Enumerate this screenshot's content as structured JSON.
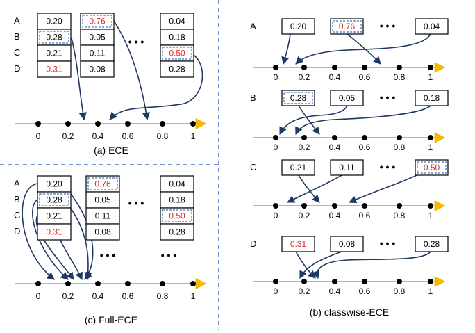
{
  "colors": {
    "axis": "#f5b800",
    "arrow": "#1f3864",
    "highlight": "#e0262b",
    "dashed_box": "#5b8ed6",
    "divider": "#4472c4",
    "text": "#000000"
  },
  "ticks": [
    "0",
    "0.2",
    "0.4",
    "0.6",
    "0.8",
    "1"
  ],
  "ellipsis": "• • •",
  "panel_a": {
    "caption": "(a) ECE",
    "row_labels": [
      "A",
      "B",
      "C",
      "D"
    ],
    "columns": [
      [
        {
          "v": "0.20"
        },
        {
          "v": "0.28",
          "sel": true
        },
        {
          "v": "0.21"
        },
        {
          "v": "0.31",
          "red": true
        }
      ],
      [
        {
          "v": "0.76",
          "red": true,
          "sel": true
        },
        {
          "v": "0.05"
        },
        {
          "v": "0.11"
        },
        {
          "v": "0.08"
        }
      ],
      [
        {
          "v": "0.04"
        },
        {
          "v": "0.18"
        },
        {
          "v": "0.50",
          "red": true,
          "sel": true
        },
        {
          "v": "0.28"
        }
      ]
    ]
  },
  "panel_c": {
    "caption": "(c) Full-ECE",
    "row_labels": [
      "A",
      "B",
      "C",
      "D"
    ],
    "columns": [
      [
        {
          "v": "0.20"
        },
        {
          "v": "0.28",
          "sel": true
        },
        {
          "v": "0.21"
        },
        {
          "v": "0.31",
          "red": true
        }
      ],
      [
        {
          "v": "0.76",
          "red": true,
          "sel": true
        },
        {
          "v": "0.05"
        },
        {
          "v": "0.11"
        },
        {
          "v": "0.08"
        }
      ],
      [
        {
          "v": "0.04"
        },
        {
          "v": "0.18"
        },
        {
          "v": "0.50",
          "red": true,
          "sel": true
        },
        {
          "v": "0.28"
        }
      ]
    ]
  },
  "panel_b": {
    "caption": "(b) classwise-ECE",
    "rows": [
      {
        "label": "A",
        "boxes": [
          {
            "v": "0.20"
          },
          {
            "v": "0.76",
            "red": true,
            "sel": true
          },
          {
            "v": "0.04"
          }
        ]
      },
      {
        "label": "B",
        "boxes": [
          {
            "v": "0.28",
            "sel": true
          },
          {
            "v": "0.05"
          },
          {
            "v": "0.18"
          }
        ]
      },
      {
        "label": "C",
        "boxes": [
          {
            "v": "0.21"
          },
          {
            "v": "0.11"
          },
          {
            "v": "0.50",
            "red": true,
            "sel": true
          }
        ]
      },
      {
        "label": "D",
        "boxes": [
          {
            "v": "0.31",
            "red": true
          },
          {
            "v": "0.08"
          },
          {
            "v": "0.28"
          }
        ]
      }
    ]
  }
}
